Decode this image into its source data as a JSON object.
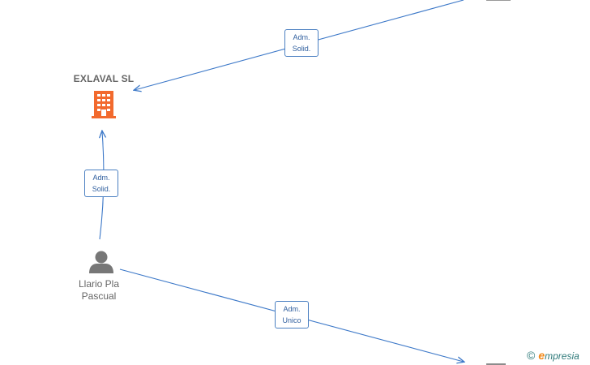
{
  "nodes": {
    "company": {
      "name": "EXLAVAL  SL",
      "icon": "building-icon",
      "color": "#f26a2e"
    },
    "person": {
      "name_line1": "Llario Pla",
      "name_line2": "Pascual",
      "icon": "person-icon",
      "color": "#777777"
    }
  },
  "edges": [
    {
      "line1": "Adm.",
      "line2": "Solid."
    },
    {
      "line1": "Adm.",
      "line2": "Solid."
    },
    {
      "line1": "Adm.",
      "line2": "Unico"
    }
  ],
  "brand": {
    "copyright": "©",
    "initial": "e",
    "rest": "mpresia"
  },
  "colors": {
    "edge": "#3c78c8",
    "label_border": "#4a7fc1"
  }
}
